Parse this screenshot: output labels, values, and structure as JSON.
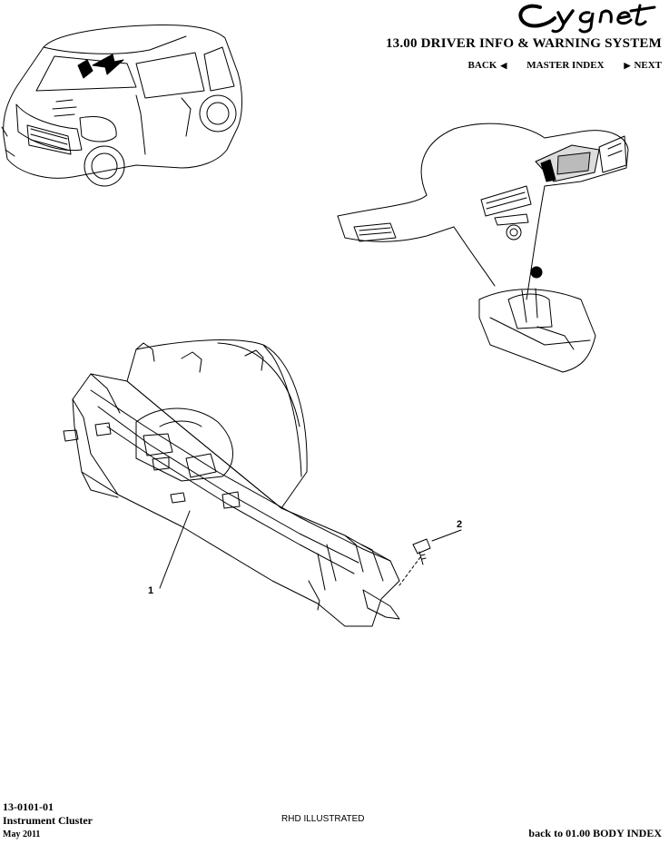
{
  "header": {
    "logo_text": "Cygnet",
    "section_title": "13.00 DRIVER INFO & WARNING SYSTEM",
    "nav": {
      "back_label": "BACK",
      "master_index_label": "MASTER INDEX",
      "next_label": "NEXT"
    }
  },
  "callouts": {
    "one": "1",
    "two": "2"
  },
  "footer": {
    "code": "13-0101-01",
    "name": "Instrument Cluster",
    "date": "May 2011",
    "illustration_note": "RHD ILLUSTRATED",
    "back_link_label": "back to 01.00 BODY INDEX"
  }
}
